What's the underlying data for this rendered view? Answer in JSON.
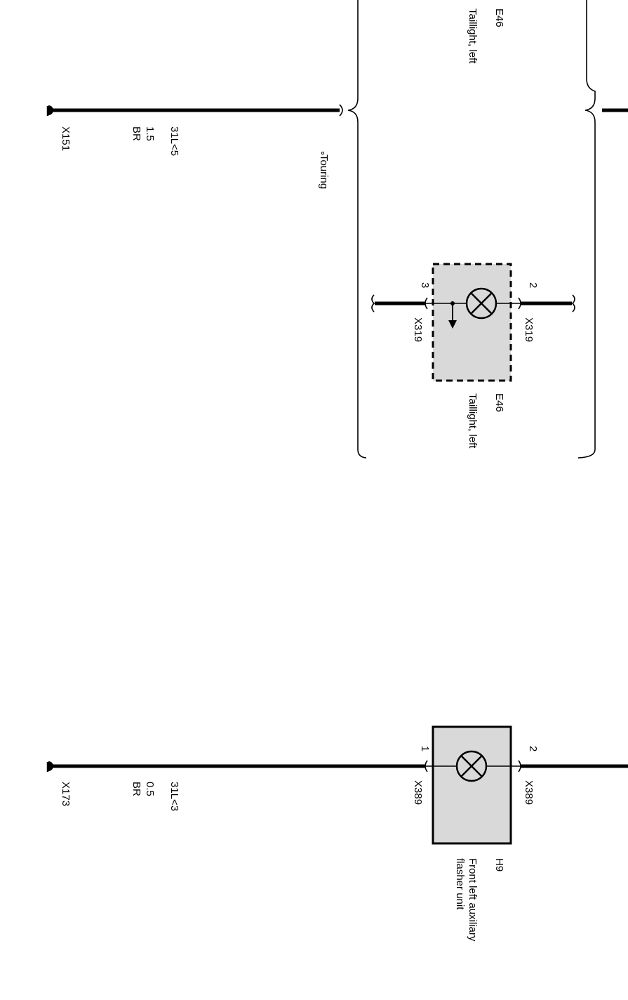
{
  "upper_circuit": {
    "ground_id": "X151",
    "wire_id": "31L<5",
    "wire_gauge": "1.5",
    "wire_color": "BR",
    "variant_label": "Touring",
    "top_component": {
      "id": "E46",
      "name": "Taillight, left"
    },
    "lamp_component": {
      "id": "E46",
      "name": "Taillight, left",
      "pin_left": "3",
      "pin_right": "2",
      "connector_left": "X319",
      "connector_right": "X319"
    }
  },
  "lower_circuit": {
    "ground_id": "X173",
    "wire_id": "31L<3",
    "wire_gauge": "0.5",
    "wire_color": "BR",
    "lamp_component": {
      "id": "H9",
      "name_line1": "Front left auxiliary",
      "name_line2": "flasher unit",
      "pin_left": "1",
      "pin_right": "2",
      "connector_left": "X389",
      "connector_right": "X389"
    }
  },
  "colors": {
    "line": "#000000",
    "component_fill": "#d9d9d9",
    "background": "#ffffff"
  }
}
